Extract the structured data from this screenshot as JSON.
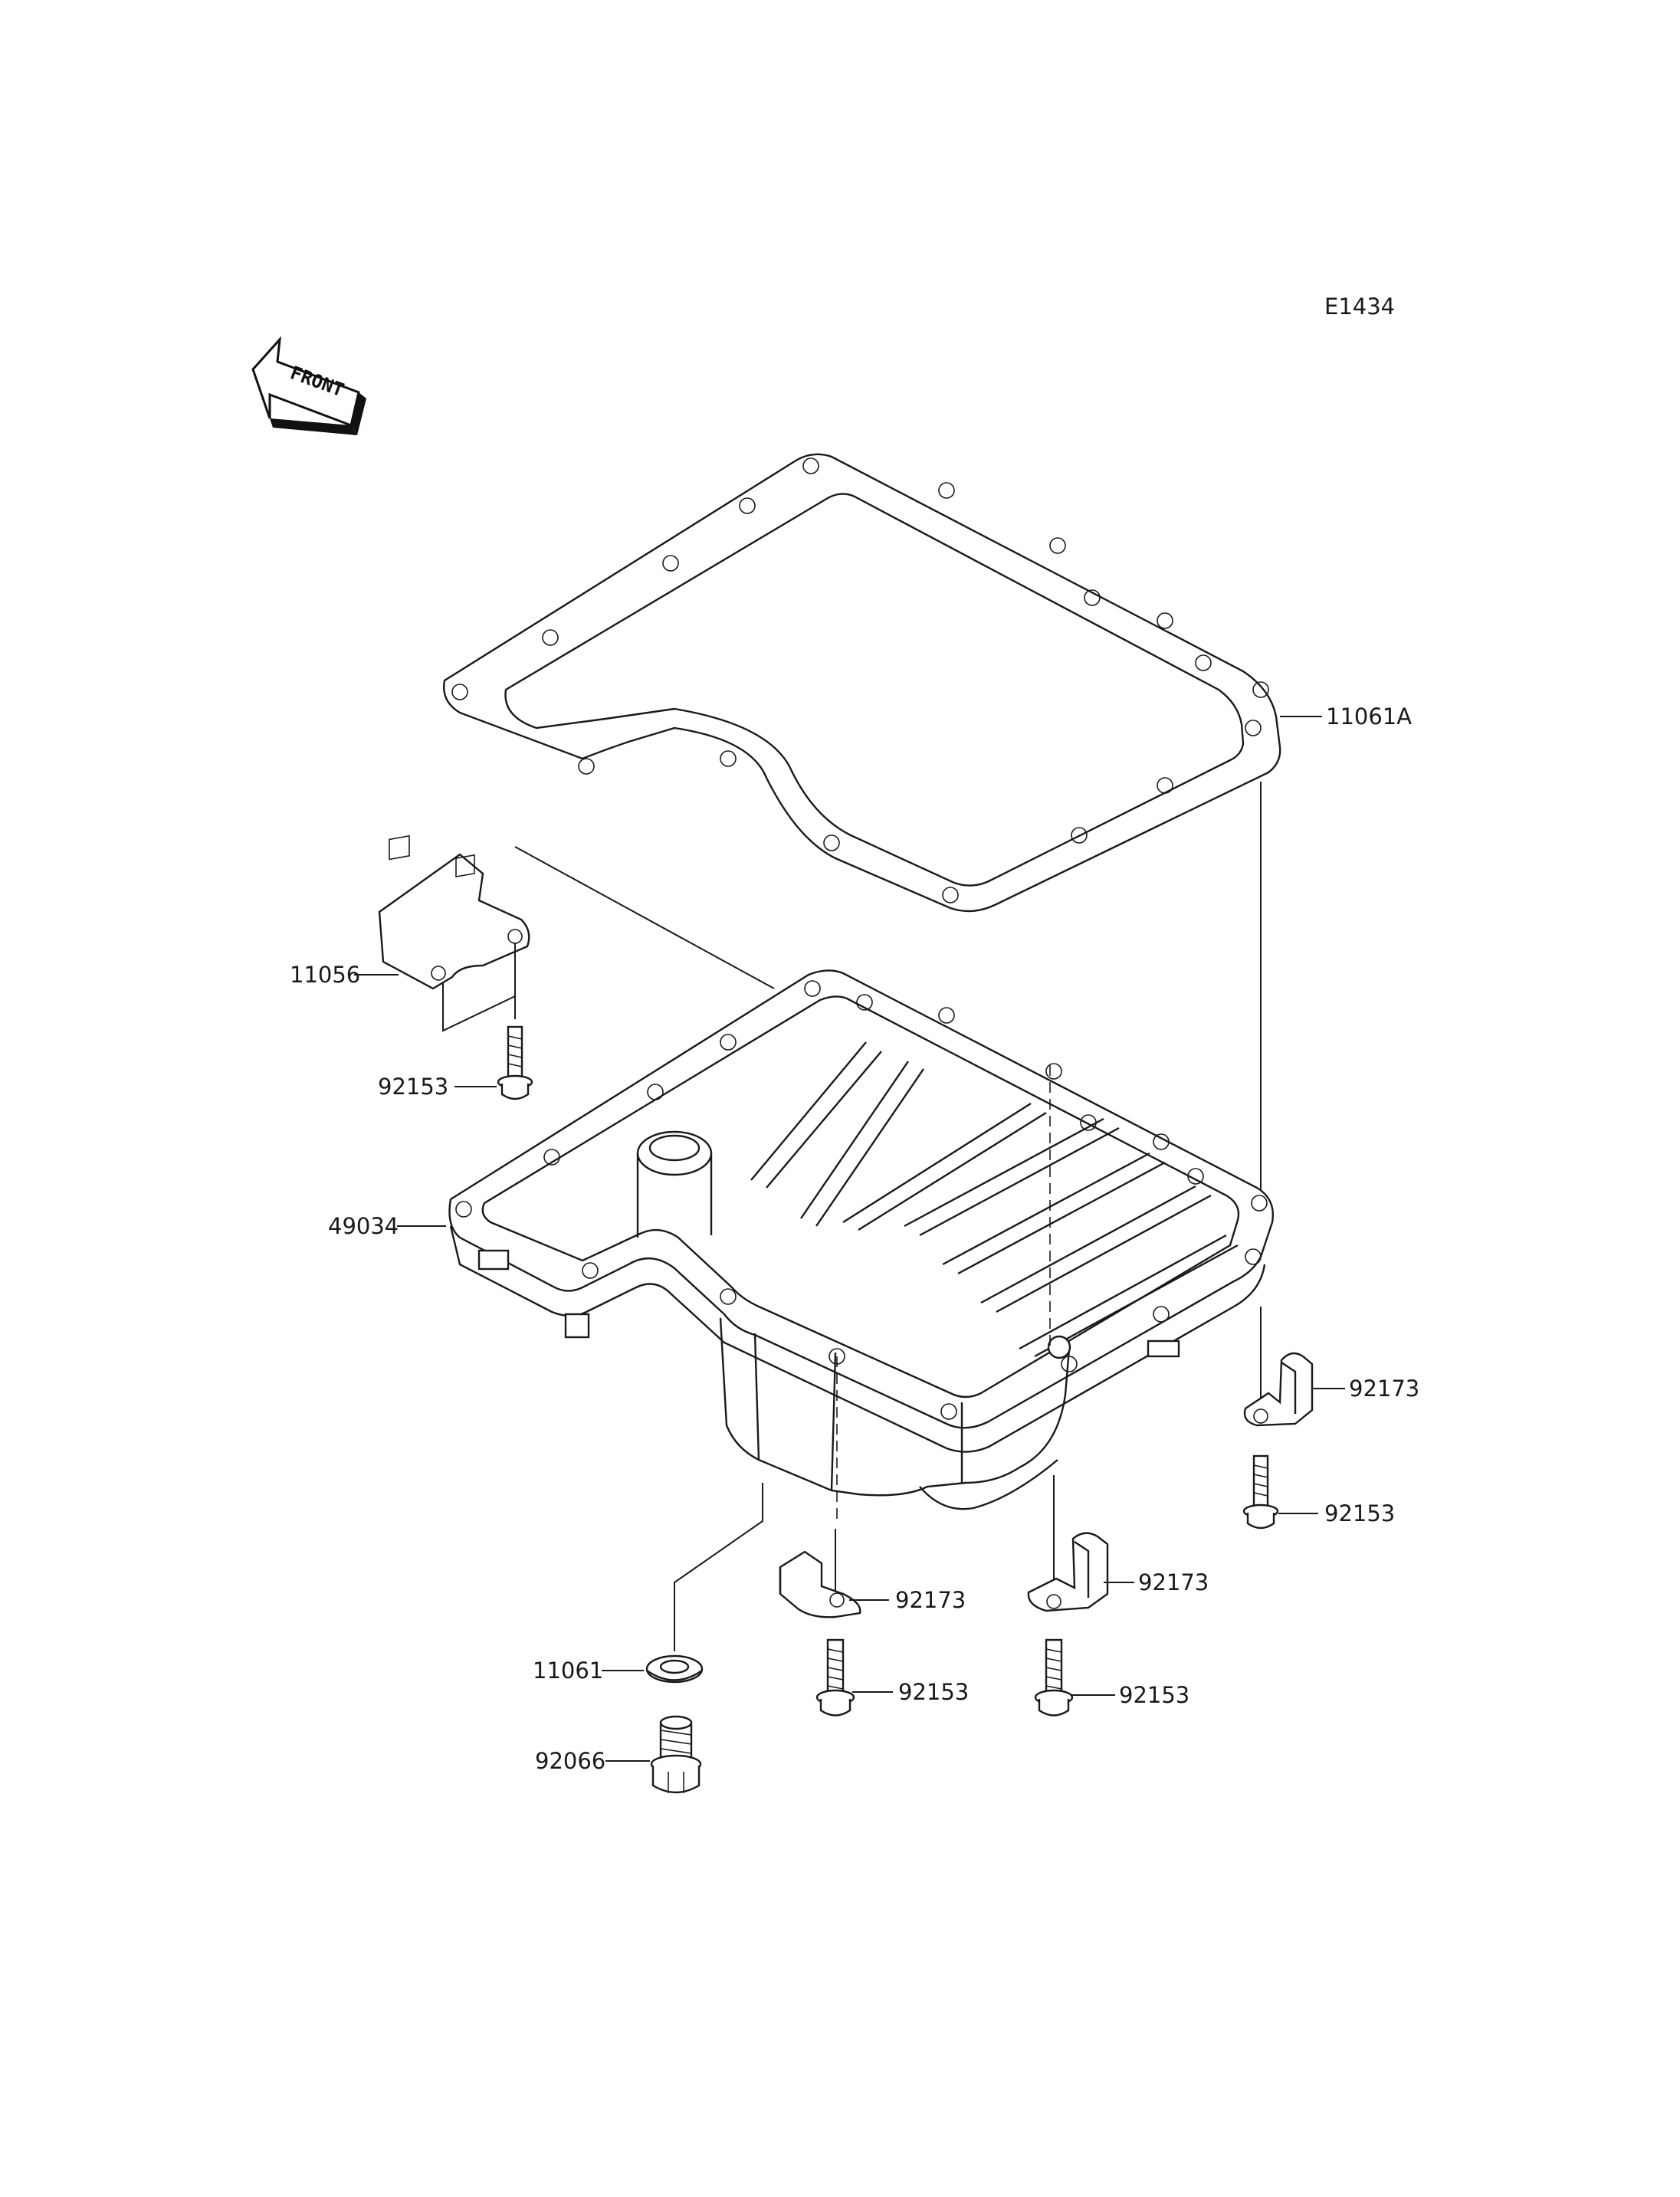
{
  "diagram": {
    "code": "E1434",
    "front_label": "FRONT",
    "parts": [
      {
        "id": "gasket",
        "number": "11061A"
      },
      {
        "id": "bracket",
        "number": "11056"
      },
      {
        "id": "bolt-bracket",
        "number": "92153"
      },
      {
        "id": "oil-pan",
        "number": "49034"
      },
      {
        "id": "clamp-right",
        "number": "92173"
      },
      {
        "id": "bolt-right",
        "number": "92153"
      },
      {
        "id": "clamp-center-right",
        "number": "92173"
      },
      {
        "id": "clamp-center",
        "number": "92173"
      },
      {
        "id": "washer",
        "number": "11061"
      },
      {
        "id": "bolt-center",
        "number": "92153"
      },
      {
        "id": "bolt-center-right",
        "number": "92153"
      },
      {
        "id": "drain-plug",
        "number": "92066"
      }
    ]
  },
  "colors": {
    "line": "#1a1a1a",
    "background": "#ffffff"
  }
}
